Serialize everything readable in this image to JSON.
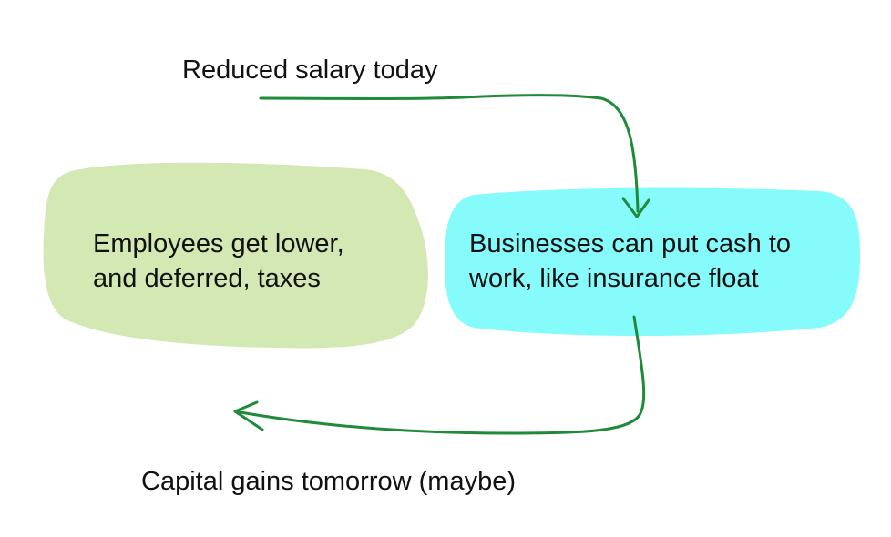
{
  "top_label": "Reduced salary today",
  "bottom_label": "Capital gains tomorrow (maybe)",
  "left_box": {
    "line1": "Employees get lower,",
    "line2": "and deferred, taxes",
    "color": "#d3e8b2"
  },
  "right_box": {
    "line1": "Businesses can put cash to",
    "line2": "work, like insurance float",
    "color": "#86fbfb"
  },
  "arrow_color": "#1e8a3a"
}
